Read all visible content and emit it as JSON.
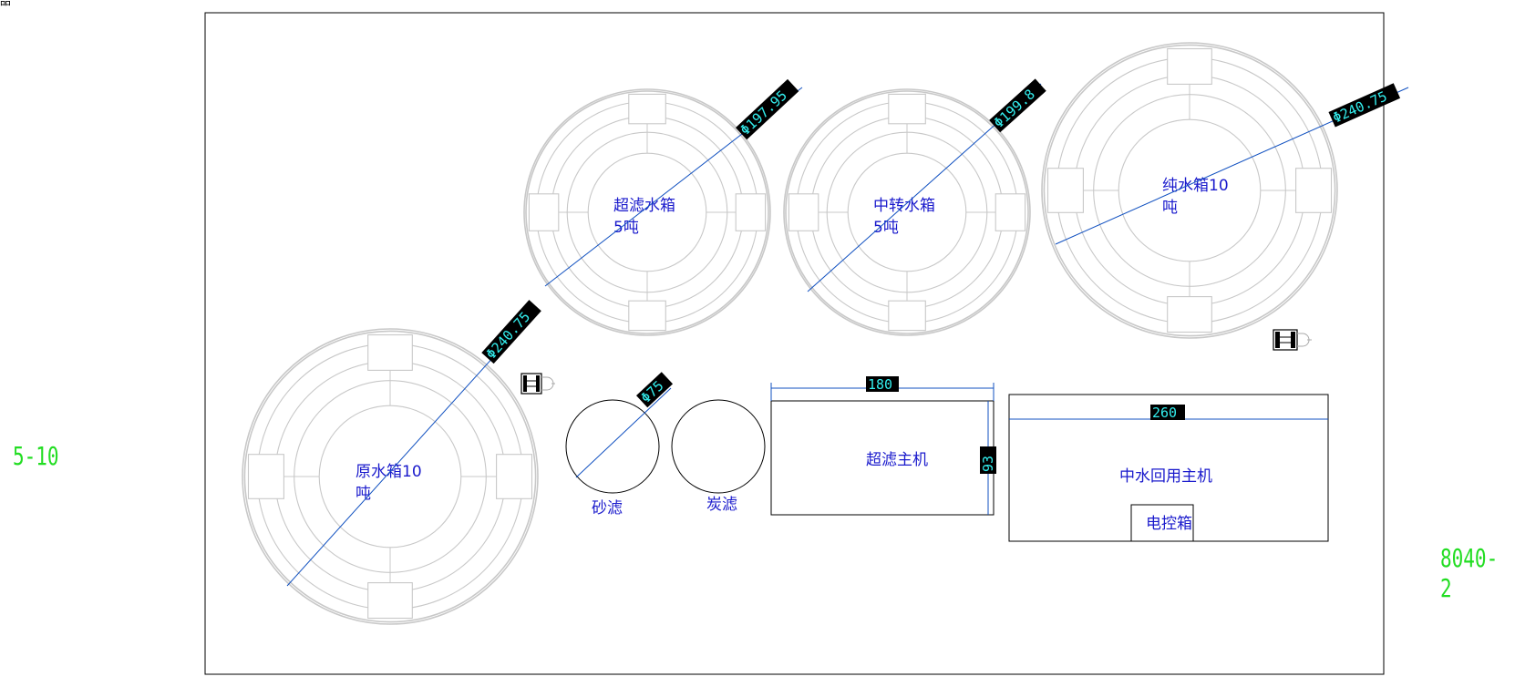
{
  "drawing": {
    "corner_text": "㗊",
    "left_side_label": "5-10",
    "right_side_label": "8040-2",
    "colors": {
      "tank_outline": "#c8c8c8",
      "label_text": "#1a1acc",
      "dimension_line": "#1050c0",
      "dimension_text": "#33eeee",
      "dimension_bg": "#000000",
      "side_label": "#22dd22"
    },
    "tanks": [
      {
        "id": "raw",
        "name_line1": "原水箱10",
        "name_line2": "吨",
        "diameter": "Φ240.75"
      },
      {
        "id": "uf",
        "name_line1": "超滤水箱",
        "name_line2": "5吨",
        "diameter": "Φ197.95"
      },
      {
        "id": "transfer",
        "name_line1": "中转水箱",
        "name_line2": "5吨",
        "diameter": "Φ199.8"
      },
      {
        "id": "pure",
        "name_line1": "纯水箱10",
        "name_line2": "吨",
        "diameter": "Φ240.75"
      }
    ],
    "filters": [
      {
        "id": "sand",
        "name": "砂滤",
        "diameter": "Φ75"
      },
      {
        "id": "carbon",
        "name": "炭滤"
      }
    ],
    "uf_host": {
      "name": "超滤主机",
      "width": "180",
      "depth": "93"
    },
    "reuse_host": {
      "name": "中水回用主机",
      "width": "260",
      "control_box": "电控箱"
    }
  }
}
